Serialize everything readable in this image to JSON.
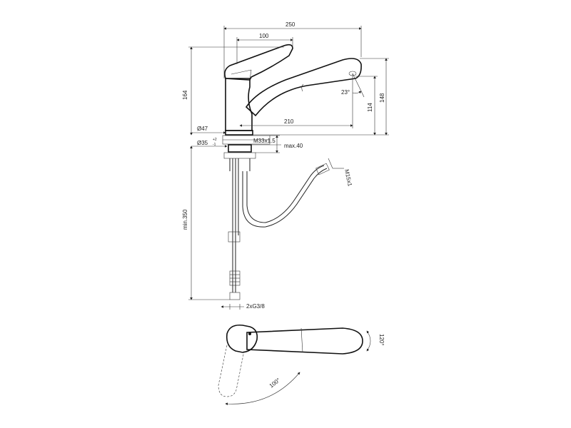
{
  "drawing": {
    "dimensions": {
      "overall_length": "250",
      "lever_length": "100",
      "total_height": "164",
      "spout_height": "148",
      "outlet_height": "114",
      "spout_reach": "210",
      "spray_angle": "23°",
      "base_diameter": "Ø47",
      "hole_diameter": "Ø35",
      "hole_tolerance_upper": "+2",
      "hole_tolerance_lower": "-1",
      "mount_thread": "M33x1.5",
      "max_counter_thickness": "max.40",
      "hose_thread": "M15x1",
      "min_hose_length": "min.350",
      "connections": "2xG3/8",
      "spout_swivel": "120°",
      "lever_rotation": "100°"
    }
  }
}
